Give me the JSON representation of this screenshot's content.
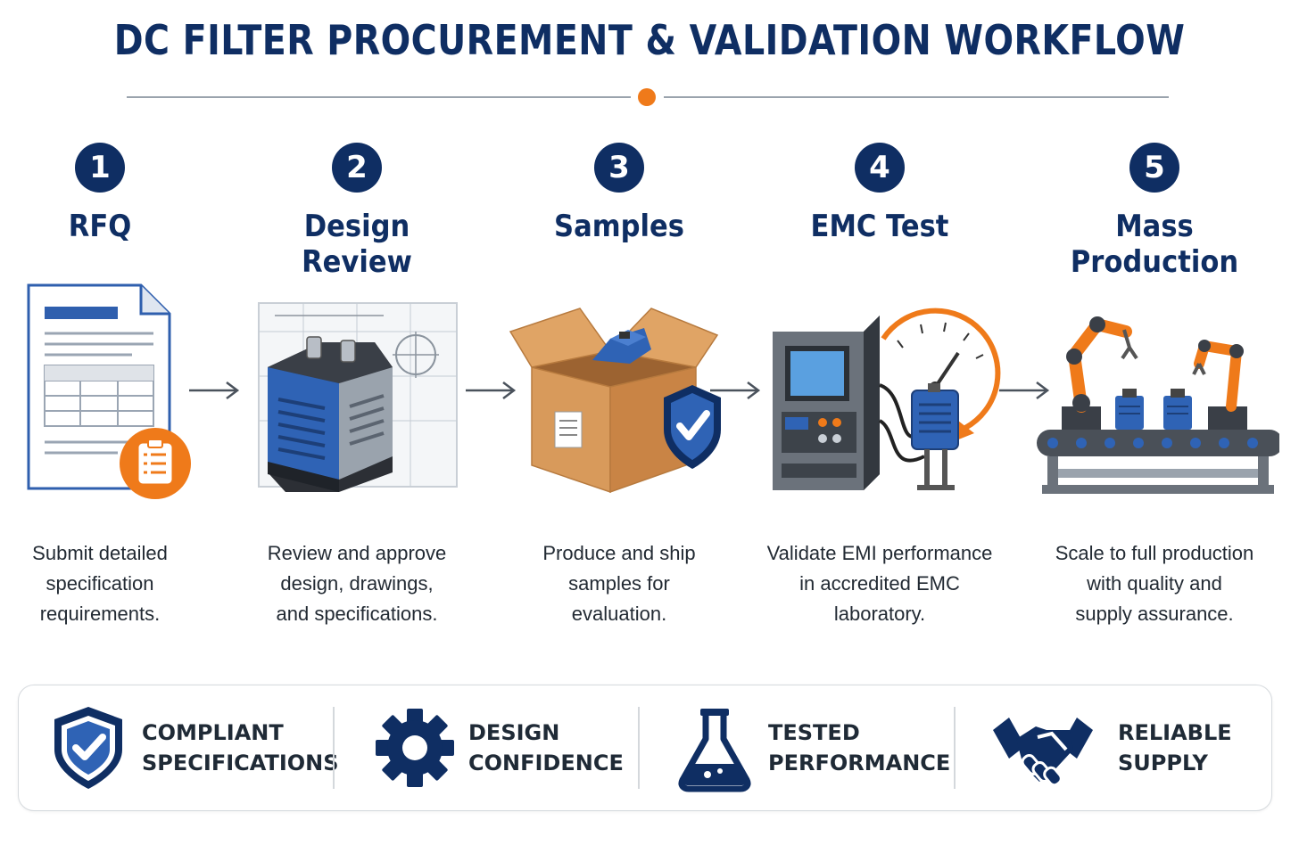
{
  "title": "DC FILTER PROCUREMENT & VALIDATION WORKFLOW",
  "steps": [
    {
      "number": "1",
      "name": "RFQ",
      "desc_lines": [
        "Submit detailed",
        "specification",
        "requirements."
      ],
      "icon": "rfq-document-icon"
    },
    {
      "number": "2",
      "name_lines": [
        "Design",
        "Review"
      ],
      "desc_lines": [
        "Review and approve",
        "design, drawings,",
        "and specifications."
      ],
      "icon": "filter-blueprint-icon"
    },
    {
      "number": "3",
      "name": "Samples",
      "desc_lines": [
        "Produce and ship",
        "samples for",
        "evaluation."
      ],
      "icon": "sample-box-icon"
    },
    {
      "number": "4",
      "name": "EMC Test",
      "desc_lines": [
        "Validate EMI performance",
        "in accredited EMC",
        "laboratory."
      ],
      "icon": "emc-test-station-icon"
    },
    {
      "number": "5",
      "name_lines": [
        "Mass",
        "Production"
      ],
      "desc_lines": [
        "Scale to full production",
        "with quality and",
        "supply assurance."
      ],
      "icon": "robotic-production-line-icon"
    }
  ],
  "features": [
    {
      "lines": [
        "COMPLIANT",
        "SPECIFICATIONS"
      ],
      "icon": "shield-check-icon"
    },
    {
      "lines": [
        "DESIGN",
        "CONFIDENCE"
      ],
      "icon": "gear-icon"
    },
    {
      "lines": [
        "TESTED",
        "PERFORMANCE"
      ],
      "icon": "flask-icon"
    },
    {
      "lines": [
        "RELIABLE",
        "SUPPLY"
      ],
      "icon": "handshake-icon"
    }
  ],
  "colors": {
    "navy": "#0f2e63",
    "blue": "#2f63b5",
    "orange": "#ef7a1a",
    "gray": "#5b6470",
    "cardboard": "#d89a5b"
  }
}
